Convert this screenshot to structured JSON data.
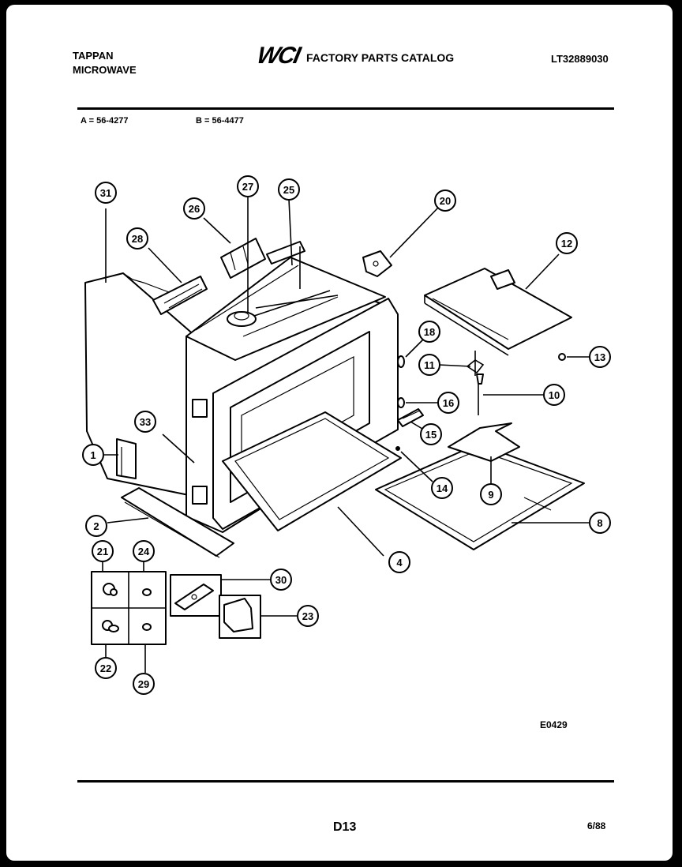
{
  "header": {
    "brand_line1": "TAPPAN",
    "brand_line2": "MICROWAVE",
    "logo_text": "WCI",
    "catalog_title": "FACTORY PARTS CATALOG",
    "model_number": "LT32889030"
  },
  "variants": {
    "a": "A = 56-4277",
    "b": "B = 56-4477"
  },
  "callouts": [
    "1",
    "2",
    "4",
    "8",
    "9",
    "10",
    "11",
    "12",
    "13",
    "14",
    "15",
    "16",
    "18",
    "20",
    "21",
    "22",
    "23",
    "24",
    "25",
    "26",
    "27",
    "28",
    "29",
    "30",
    "31",
    "33"
  ],
  "figure_code": "E0429",
  "footer": {
    "page_label": "D13",
    "date": "6/88"
  },
  "colors": {
    "background": "#ffffff",
    "ink": "#000000",
    "frame": "#000000"
  }
}
